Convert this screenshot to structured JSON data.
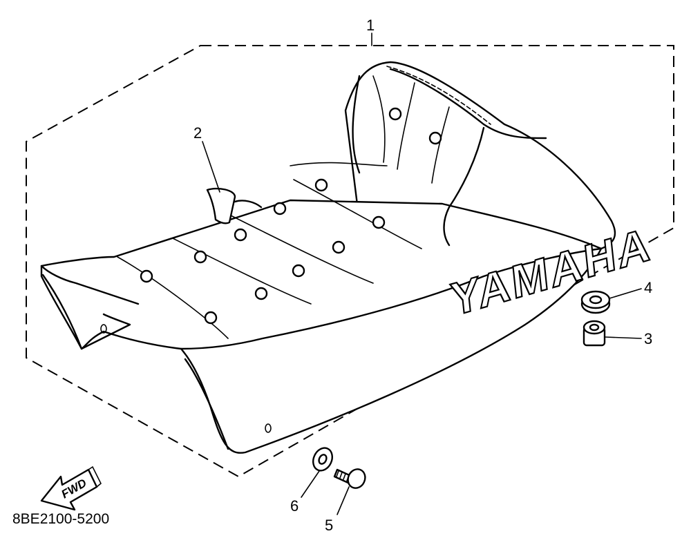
{
  "diagram": {
    "callouts": [
      {
        "id": "1",
        "label": "1"
      },
      {
        "id": "2",
        "label": "2"
      },
      {
        "id": "3",
        "label": "3"
      },
      {
        "id": "4",
        "label": "4"
      },
      {
        "id": "5",
        "label": "5"
      },
      {
        "id": "6",
        "label": "6"
      }
    ],
    "brand_text": "YAMAHA",
    "direction_text": "FWD",
    "part_number": "8BE2100-5200",
    "line_color": "#000000",
    "background_color": "#ffffff"
  }
}
